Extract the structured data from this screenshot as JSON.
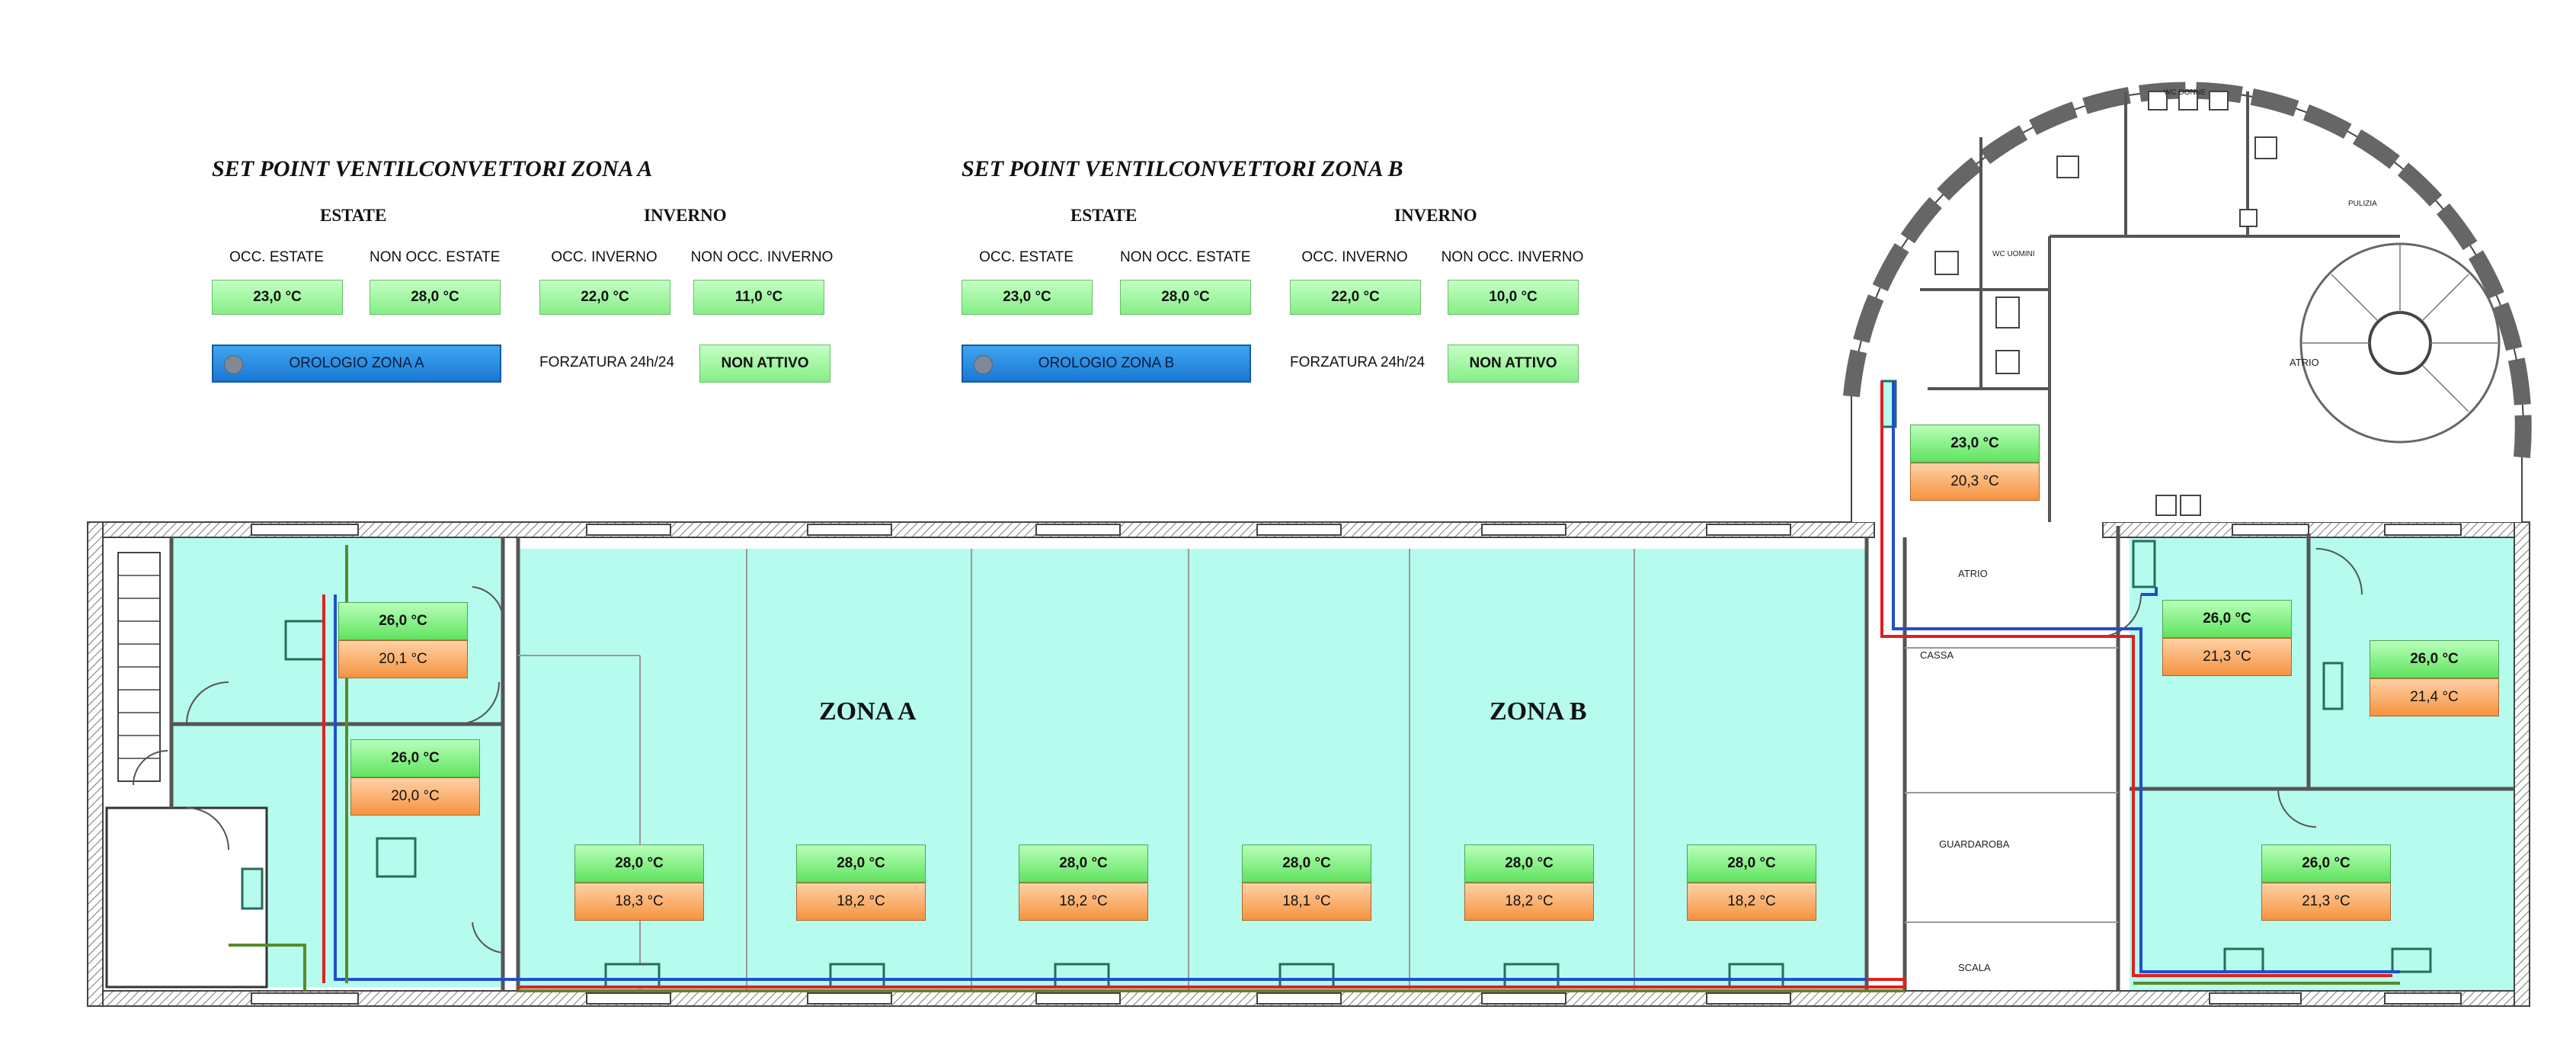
{
  "panels": [
    {
      "title": "SET POINT VENTILCONVETTORI ZONA A",
      "estate_label": "ESTATE",
      "inverno_label": "INVERNO",
      "occ_estate_label": "OCC. ESTATE",
      "occ_estate_value": "23,0 °C",
      "non_occ_estate_label": "NON OCC. ESTATE",
      "non_occ_estate_value": "28,0 °C",
      "occ_inverno_label": "OCC. INVERNO",
      "occ_inverno_value": "22,0 °C",
      "non_occ_inverno_label": "NON OCC. INVERNO",
      "non_occ_inverno_value": "11,0 °C",
      "clock_label": "OROLOGIO ZONA A",
      "force_label": "FORZATURA 24h/24",
      "force_value": "NON ATTIVO"
    },
    {
      "title": "SET POINT VENTILCONVETTORI ZONA B",
      "estate_label": "ESTATE",
      "inverno_label": "INVERNO",
      "occ_estate_label": "OCC. ESTATE",
      "occ_estate_value": "23,0 °C",
      "non_occ_estate_label": "NON OCC. ESTATE",
      "non_occ_estate_value": "28,0 °C",
      "occ_inverno_label": "OCC. INVERNO",
      "occ_inverno_value": "22,0 °C",
      "non_occ_inverno_label": "NON OCC. INVERNO",
      "non_occ_inverno_value": "10,0 °C",
      "clock_label": "OROLOGIO ZONA B",
      "force_label": "FORZATURA 24h/24",
      "force_value": "NON ATTIVO"
    }
  ],
  "zones": [
    "ZONA A",
    "ZONA B"
  ],
  "rooms": [
    "ATRIO",
    "ATRIO",
    "CASSA",
    "GUARDAROBA",
    "SCALA",
    "WC DONNE",
    "WC UOMINI",
    "PULIZIA"
  ],
  "thermostats": [
    {
      "id": "t1",
      "setpoint": "26,0 °C",
      "measured": "20,1 °C"
    },
    {
      "id": "t2",
      "setpoint": "26,0 °C",
      "measured": "20,0 °C"
    },
    {
      "id": "t3",
      "setpoint": "28,0 °C",
      "measured": "18,3 °C"
    },
    {
      "id": "t4",
      "setpoint": "28,0 °C",
      "measured": "18,2 °C"
    },
    {
      "id": "t5",
      "setpoint": "28,0 °C",
      "measured": "18,2 °C"
    },
    {
      "id": "t6",
      "setpoint": "28,0 °C",
      "measured": "18,1 °C"
    },
    {
      "id": "t7",
      "setpoint": "28,0 °C",
      "measured": "18,2 °C"
    },
    {
      "id": "t8",
      "setpoint": "28,0 °C",
      "measured": "18,2 °C"
    },
    {
      "id": "t9",
      "setpoint": "23,0 °C",
      "measured": "20,3 °C"
    },
    {
      "id": "t10",
      "setpoint": "26,0 °C",
      "measured": "21,3 °C"
    },
    {
      "id": "t11",
      "setpoint": "26,0 °C",
      "measured": "21,4 °C"
    },
    {
      "id": "t12",
      "setpoint": "26,0 °C",
      "measured": "21,3 °C"
    }
  ],
  "colors": {
    "zone_fill": "#b5fcee",
    "setpoint_green": "#86ee86",
    "measured_orange": "#f5933f",
    "clock_blue": "#1b78d4",
    "pipe_supply": "#e02020",
    "pipe_return": "#1f4fcc",
    "pipe_condensate": "#5a8a2a"
  }
}
